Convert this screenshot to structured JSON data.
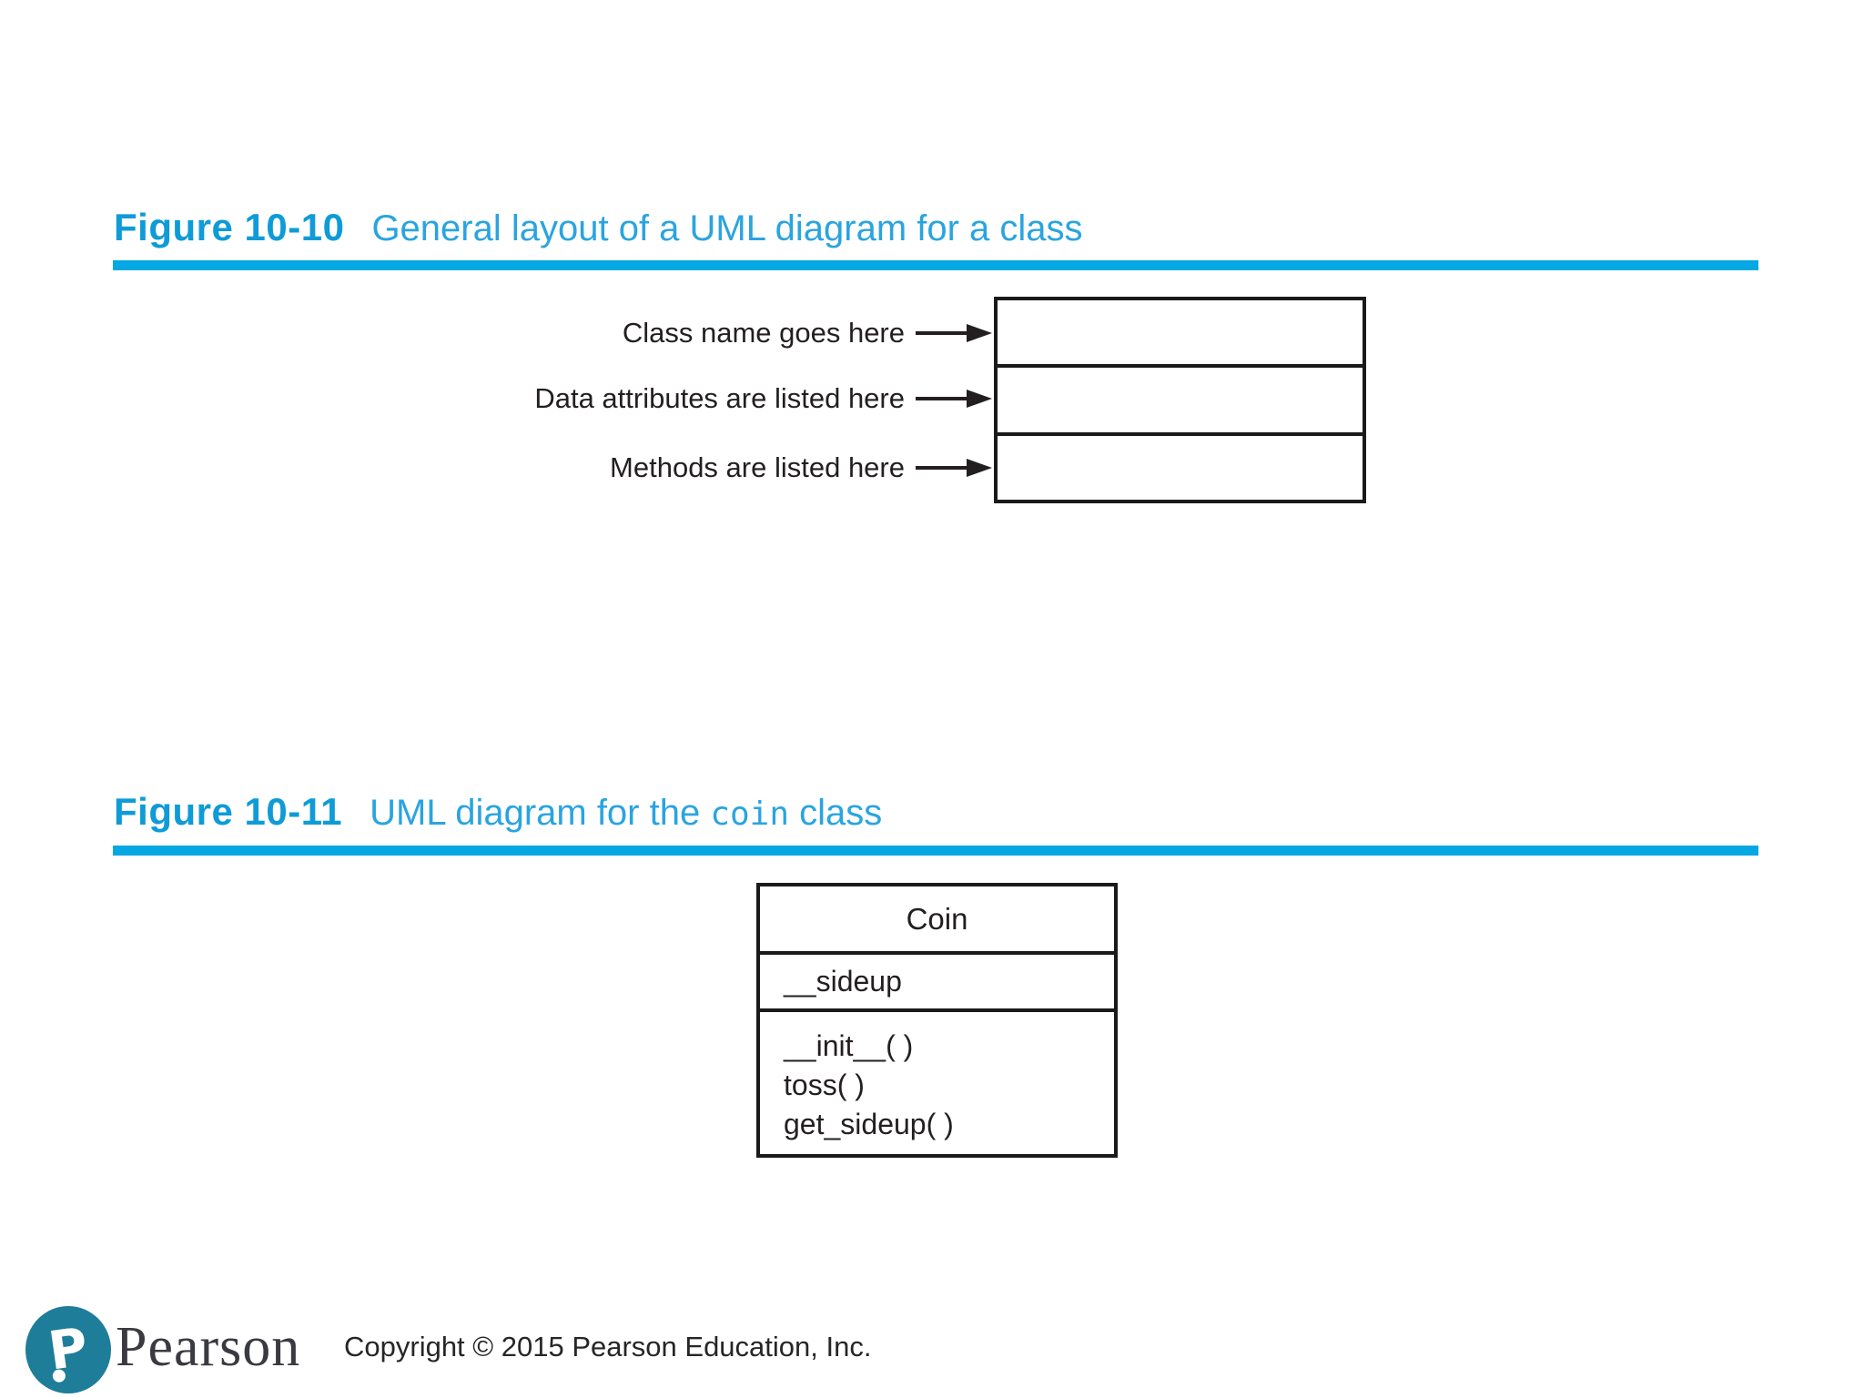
{
  "colors": {
    "figure_label_blue": "#0e9bd8",
    "figure_caption_blue": "#2aa4e0",
    "rule_blue": "#05a8e2",
    "ink_black": "#231f20",
    "logo_teal": "#1e7d99",
    "wordmark_gray": "#3a3a42"
  },
  "figure1": {
    "label": "Figure 10-10",
    "caption": "General layout of a UML diagram for a class",
    "callouts": [
      {
        "label": "Class name goes here"
      },
      {
        "label": "Data attributes are listed here"
      },
      {
        "label": "Methods are listed here"
      }
    ]
  },
  "figure2": {
    "label": "Figure 10-11",
    "caption_prefix": "UML diagram for the ",
    "caption_code": "coin",
    "caption_suffix": " class",
    "uml_class": {
      "name": "Coin",
      "attributes": [
        "__sideup"
      ],
      "methods": [
        "__init__( )",
        "toss( )",
        "get_sideup( )"
      ]
    }
  },
  "footer": {
    "brand": "Pearson",
    "copyright": "Copyright © 2015 Pearson Education, Inc."
  }
}
